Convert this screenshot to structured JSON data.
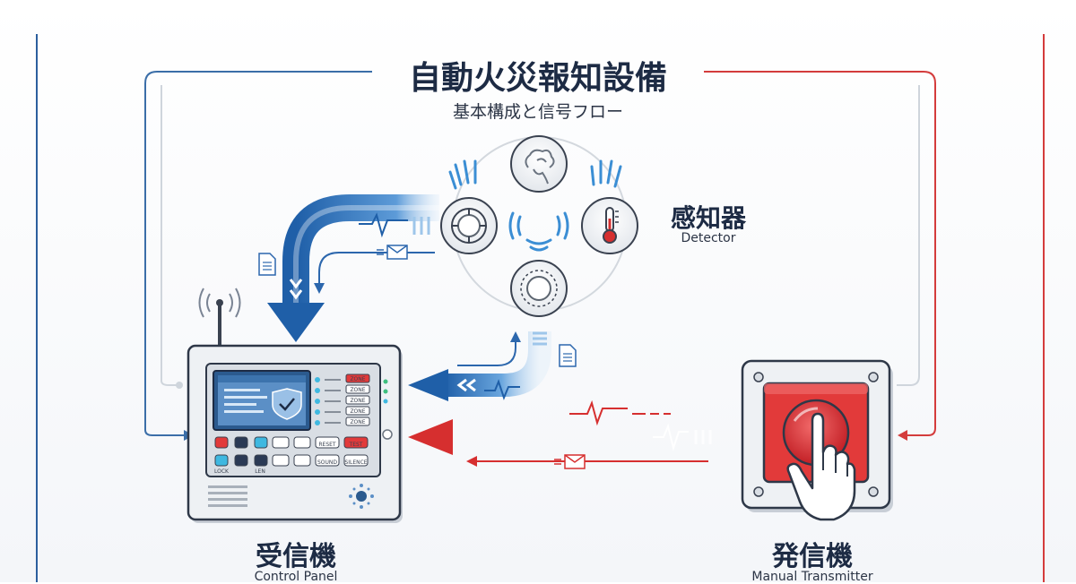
{
  "title": "自動火災報知設備",
  "subtitle": "基本構成と信号フロー",
  "detector": {
    "label_ja": "感知器",
    "label_en": "Detector"
  },
  "control_panel": {
    "label_ja": "受信機",
    "label_en": "Control Panel",
    "zone_labels": [
      "ZONE",
      "ZONE",
      "ZONE",
      "ZONE",
      "ZONE"
    ],
    "key_labels": [
      "LOCK",
      "LEN",
      "RESET",
      "TEST",
      "SOUND",
      "SILENCE"
    ]
  },
  "transmitter": {
    "label_ja": "発信機",
    "label_en": "Manual Transmitter"
  },
  "colors": {
    "blue_flow": "#1f5fa8",
    "blue_light": "#7fb6e6",
    "red_flow": "#d62f2f",
    "ink": "#1d2b44",
    "button_red": "#e23a3a"
  },
  "icons": [
    "smoke-detector-icon",
    "smoke-icon",
    "thermometer-icon",
    "document-icon",
    "envelope-icon",
    "antenna-icon",
    "shield-check-icon",
    "hand-pointer-icon"
  ]
}
